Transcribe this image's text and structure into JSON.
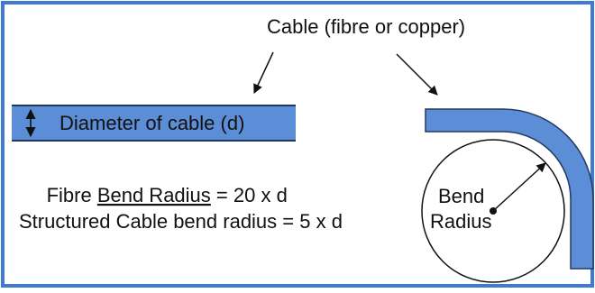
{
  "colors": {
    "frame": "#3f7bd0",
    "cable_fill": "#5b8ed6",
    "cable_edge": "#223a5e",
    "ink": "#111111"
  },
  "labels": {
    "cable_title": "Cable (fibre or copper)",
    "diameter": "Diameter of cable (d)",
    "fibre_prefix": "Fibre ",
    "fibre_underlined": "Bend Radius",
    "fibre_suffix": " = 20 x d",
    "structured": "Structured Cable bend radius = 5 x d",
    "bend_line1": "Bend",
    "bend_line2": "Radius"
  },
  "icons": [
    "double-headed-arrow-icon",
    "pointer-arrow-icon",
    "radius-arrow-icon"
  ]
}
